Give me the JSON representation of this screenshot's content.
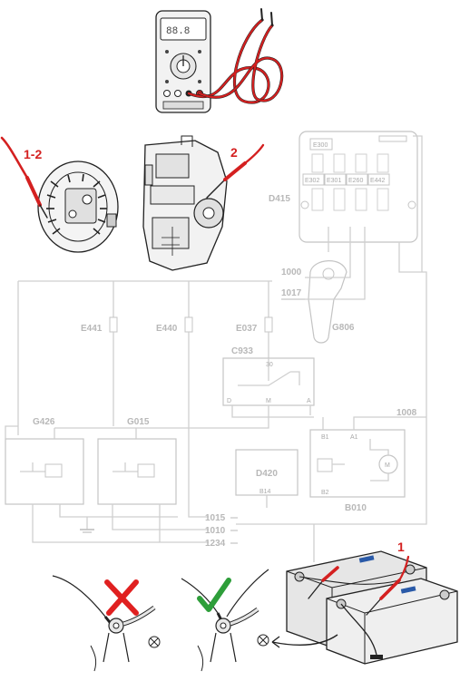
{
  "callouts": {
    "c1_2": "1-2",
    "c2": "2",
    "c1": "1"
  },
  "components": {
    "d415": "D415",
    "d415_pins": [
      "E300",
      "E302",
      "E301",
      "E260",
      "E442"
    ],
    "g806": "G806",
    "e441": "E441",
    "e440": "E440",
    "e037": "E037",
    "c933": "C933",
    "c933_pins": {
      "top": "30",
      "left": "D",
      "mid": "M",
      "right": "A"
    },
    "g426": "G426",
    "g015": "G015",
    "d420": "D420",
    "d420_pin": "B14",
    "b010": "B010",
    "b010_pins": {
      "b1": "B1",
      "a1": "A1",
      "b2": "B2"
    },
    "m": "M"
  },
  "wires": {
    "w1000": "1000",
    "w1017": "1017",
    "w1008": "1008",
    "w1015": "1015",
    "w1010": "1010",
    "w1234": "1234"
  },
  "colors": {
    "probe_red": "#d42020",
    "wrong_mark": "#e02020",
    "correct_mark": "#2e9e3a",
    "wiring_grey": "#cfcfcf",
    "label_grey": "#b8b8b8",
    "battery_blue": "#2a5aa8"
  }
}
